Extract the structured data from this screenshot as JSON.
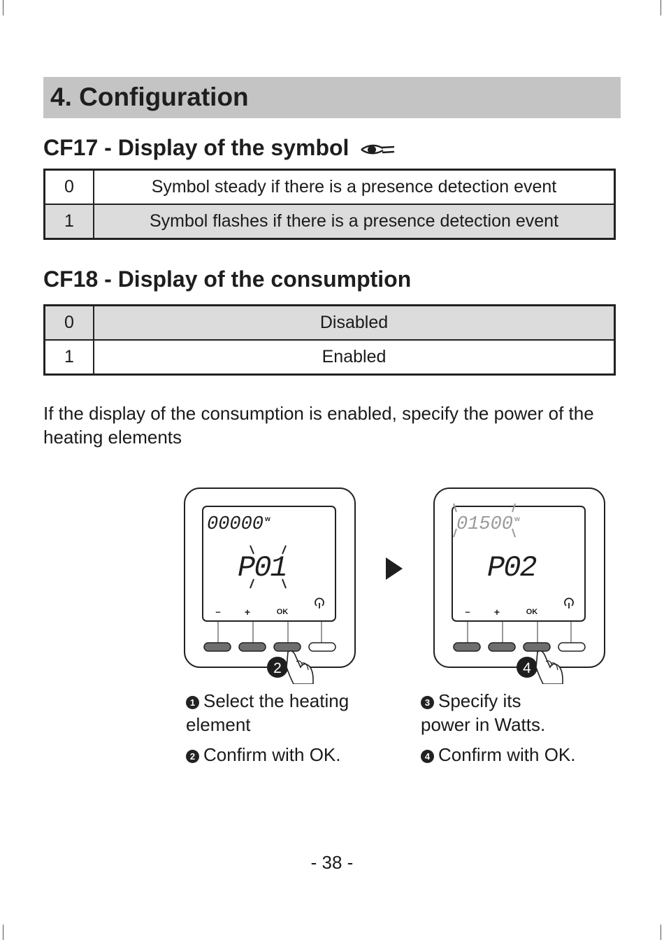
{
  "section": {
    "title": "4. Configuration"
  },
  "cf17": {
    "title": "CF17 - Display of the symbol",
    "symbol_icon": "eye-symbol-icon",
    "rows": [
      {
        "key": "0",
        "text": "Symbol steady if there is a presence detection event"
      },
      {
        "key": "1",
        "text": "Symbol flashes if there is a presence detection event"
      }
    ]
  },
  "cf18": {
    "title": "CF18 - Display of the consumption",
    "rows": [
      {
        "key": "0",
        "text": "Disabled"
      },
      {
        "key": "1",
        "text": "Enabled"
      }
    ]
  },
  "paragraph": "If the display of the  consumption is enabled, specify the power of the heating elements",
  "device1": {
    "counter": "00000",
    "unit": "w",
    "code": "P01",
    "buttons": [
      "–",
      "+",
      "OK"
    ],
    "step": "2"
  },
  "device2": {
    "counter": "01500",
    "unit": "w",
    "code": "P02",
    "buttons": [
      "–",
      "+",
      "OK"
    ],
    "step": "4"
  },
  "captions": {
    "c1_num": "1",
    "c1_line1": "Select the heating",
    "c1_line2": "element",
    "c2_num": "2",
    "c2_text": "Confirm with OK.",
    "c3_num": "3",
    "c3_line1": "Specify its",
    "c3_line2": "power in Watts.",
    "c4_num": "4",
    "c4_text": "Confirm with OK."
  },
  "page_number": "- 38 -"
}
